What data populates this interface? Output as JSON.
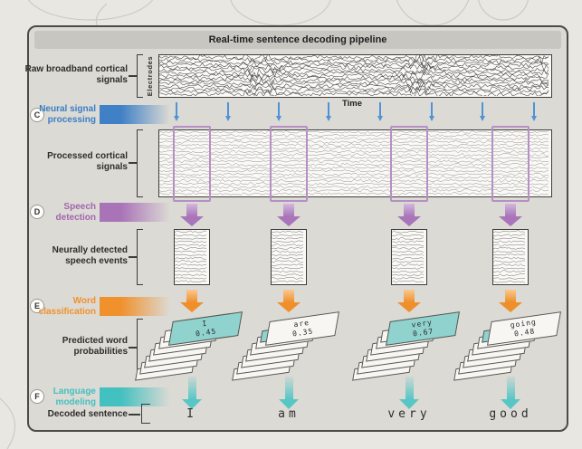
{
  "title": "Real-time sentence decoding pipeline",
  "axes": {
    "electrodes": "Electrodes",
    "time": "Time"
  },
  "row_labels": {
    "raw": [
      "Raw broadband cortical",
      "signals"
    ],
    "processed": [
      "Processed cortical",
      "signals"
    ],
    "events": [
      "Neurally detected",
      "speech events"
    ],
    "words": [
      "Predicted word",
      "probabilities"
    ],
    "decoded": [
      "Decoded sentence"
    ]
  },
  "stages": [
    {
      "id": "C",
      "lines": [
        "Neural signal",
        "processing"
      ],
      "color": "#3a7ec6"
    },
    {
      "id": "D",
      "lines": [
        "Speech",
        "detection"
      ],
      "color": "#a266ae"
    },
    {
      "id": "E",
      "lines": [
        "Word",
        "classification"
      ],
      "color": "#f0912c"
    },
    {
      "id": "F",
      "lines": [
        "Language",
        "modeling"
      ],
      "color": "#43c0c0"
    }
  ],
  "predictions": [
    {
      "word": "I",
      "prob": "0.45",
      "top_teal": true
    },
    {
      "word": "are",
      "prob": "0.35",
      "top_teal": false
    },
    {
      "word": "very",
      "prob": "0.67",
      "top_teal": true
    },
    {
      "word": "going",
      "prob": "0.48",
      "top_teal": false
    }
  ],
  "decoded_sentence": [
    "I",
    "am",
    "very",
    "good"
  ],
  "colors": {
    "blue": "#3a7ec6",
    "purple": "#a266ae",
    "orange": "#f0912c",
    "teal": "#43c0c0",
    "teal_card": "#8fd2ce"
  }
}
